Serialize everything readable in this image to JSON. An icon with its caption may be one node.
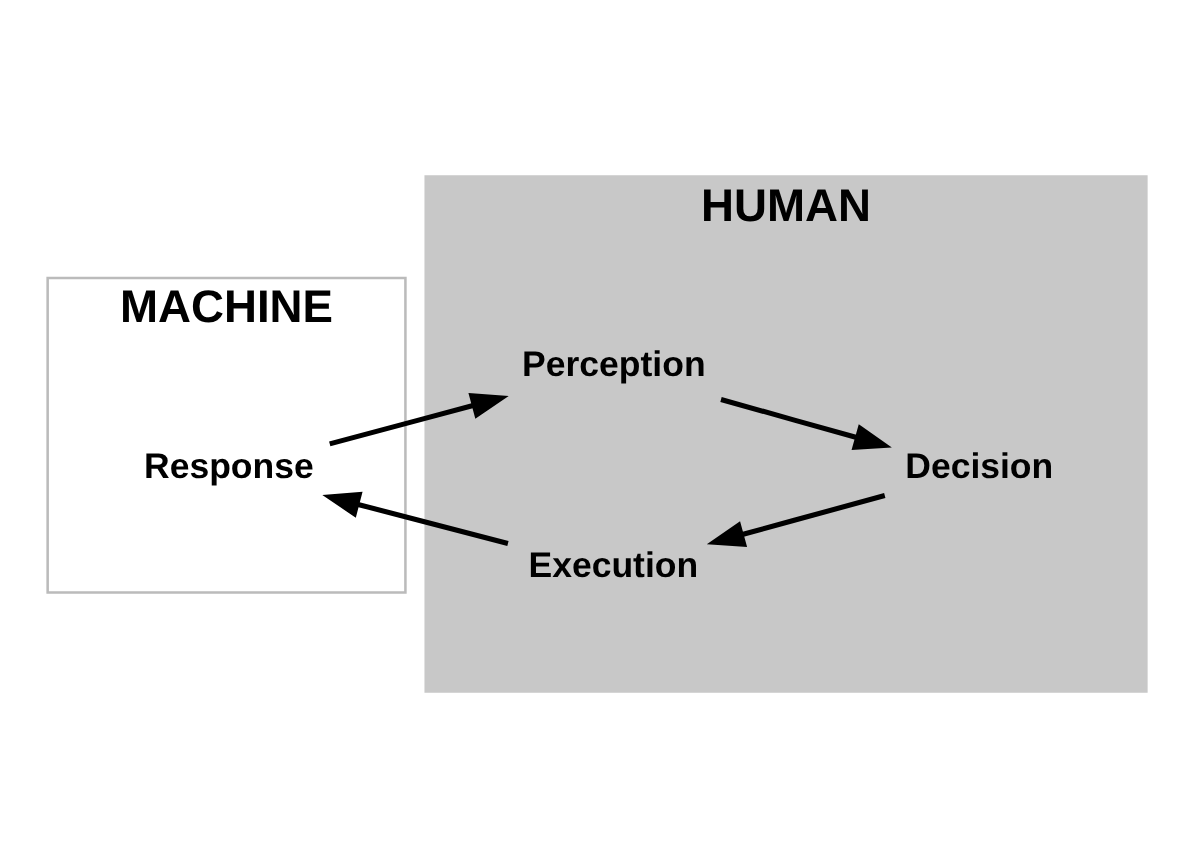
{
  "diagram": {
    "nodes": [
      {
        "text": [
          "MACHINE"
        ]
      },
      {
        "text": [
          "HUMAN"
        ]
      },
      {
        "text": [
          "Perception"
        ],
        "in": 1
      },
      {
        "text": [
          "Decision"
        ],
        "in": 1
      },
      {
        "text": [
          "Execution"
        ],
        "in": 1
      },
      {
        "text": [
          "Response"
        ],
        "in": 0
      }
    ],
    "edges": [
      {
        "from": 5,
        "to": 2,
        "arrow": "to"
      },
      {
        "from": 2,
        "to": 3,
        "arrow": "to"
      },
      {
        "from": 3,
        "to": 4,
        "arrow": "to"
      },
      {
        "from": 4,
        "to": 5,
        "arrow": "to"
      }
    ]
  }
}
